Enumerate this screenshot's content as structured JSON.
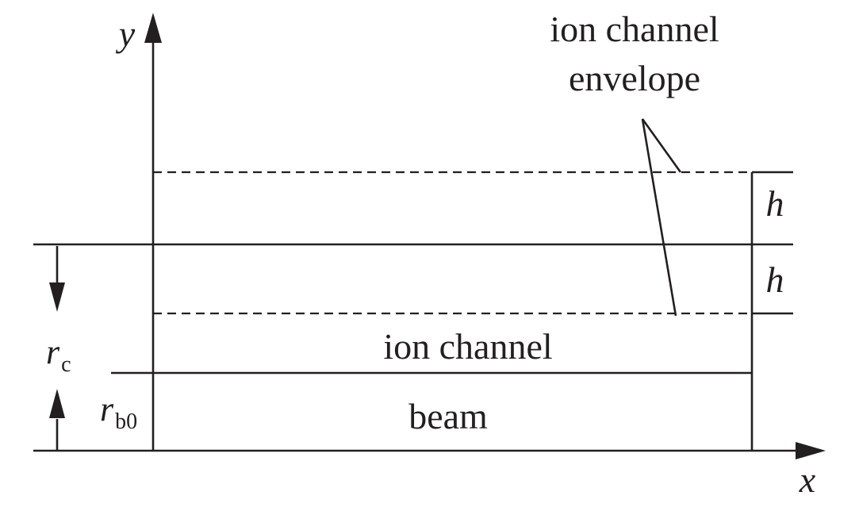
{
  "axes": {
    "x_label": "x",
    "y_label": "y"
  },
  "labels": {
    "envelope_line1": "ion channel",
    "envelope_line2": "envelope",
    "ion_channel": "ion channel",
    "beam": "beam",
    "h_upper": "h",
    "h_lower": "h",
    "rc_symbol": "r",
    "rc_subscript": "c",
    "rb0_symbol": "r",
    "rb0_subscript": "b0"
  },
  "colors": {
    "ink": "#231f20",
    "background": "#ffffff"
  }
}
